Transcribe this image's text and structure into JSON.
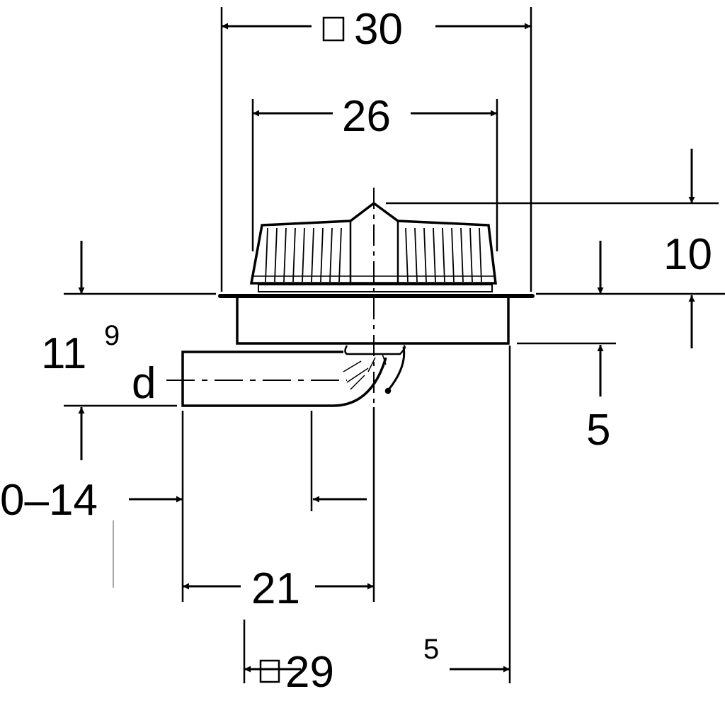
{
  "dimensions": {
    "outer_top": {
      "symbol": "square",
      "value": "30"
    },
    "grate_width": {
      "value": "26"
    },
    "grate_height": {
      "value": "10"
    },
    "outlet_height": {
      "value": "11",
      "superscript": "9"
    },
    "pipe_label": "d",
    "body_depth": {
      "value": "5"
    },
    "adjust_range": {
      "value": "0–14"
    },
    "outlet_offset": {
      "value": "21"
    },
    "outer_bottom": {
      "symbol": "square",
      "value": "29",
      "superscript": "5"
    }
  }
}
